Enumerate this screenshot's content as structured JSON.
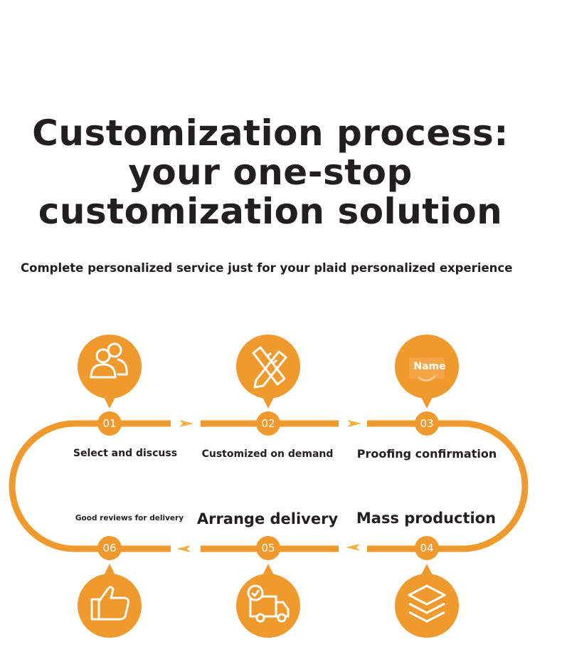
{
  "title": {
    "line1": "Customization process:",
    "line2": "your one-stop",
    "line3": "customization solution"
  },
  "subtitle": "Complete personalized service just for your plaid personalized experience",
  "accent_color": "#f09a2e",
  "steps": [
    {
      "number": "01",
      "label": "Select and discuss",
      "icon": "users-icon"
    },
    {
      "number": "02",
      "label": "Customized on demand",
      "icon": "ruler-pencil-icon"
    },
    {
      "number": "03",
      "label": "Proofing confirmation",
      "icon": "name-tag-icon",
      "icon_text": "Name"
    },
    {
      "number": "04",
      "label": "Mass production",
      "icon": "layers-icon"
    },
    {
      "number": "05",
      "label": "Arrange delivery",
      "icon": "delivery-truck-icon"
    },
    {
      "number": "06",
      "label": "Good reviews for delivery",
      "icon": "thumbs-up-icon"
    }
  ]
}
